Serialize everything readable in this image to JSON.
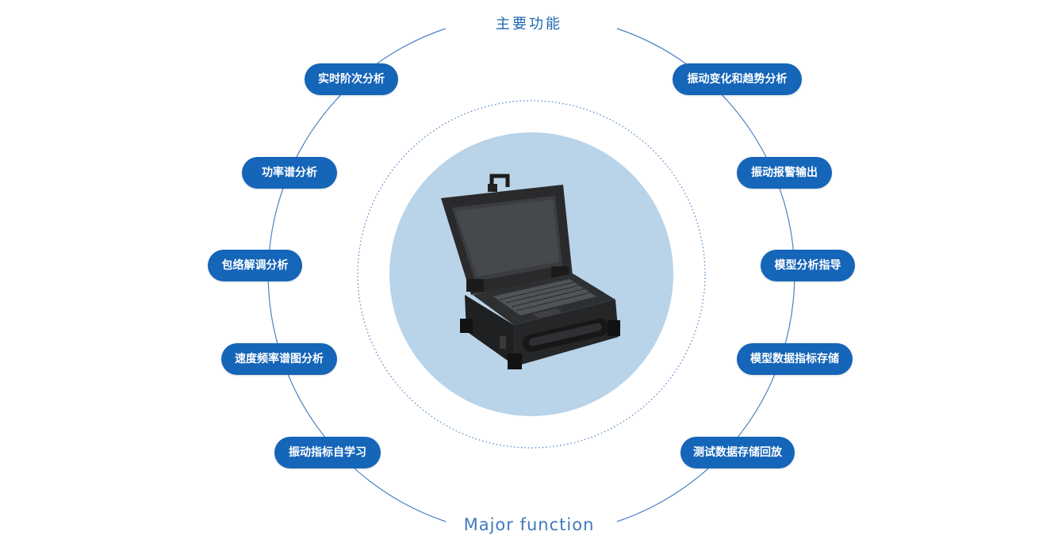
{
  "header": {
    "title": "主要功能",
    "subtitle": "Major function"
  },
  "colors": {
    "accent": "#1565b8",
    "title_text": "#1f67b2",
    "ring": "#4a83c4",
    "device_disc": "#b9d3e8"
  },
  "left_functions": [
    "实时阶次分析",
    "功率谱分析",
    "包络解调分析",
    "速度频率谱图分析",
    "振动指标自学习"
  ],
  "right_functions": [
    "振动变化和趋势分析",
    "振动报警输出",
    "模型分析指导",
    "模型数据指标存储",
    "测试数据存储回放"
  ],
  "device": {
    "icon": "rugged-laptop-icon"
  }
}
